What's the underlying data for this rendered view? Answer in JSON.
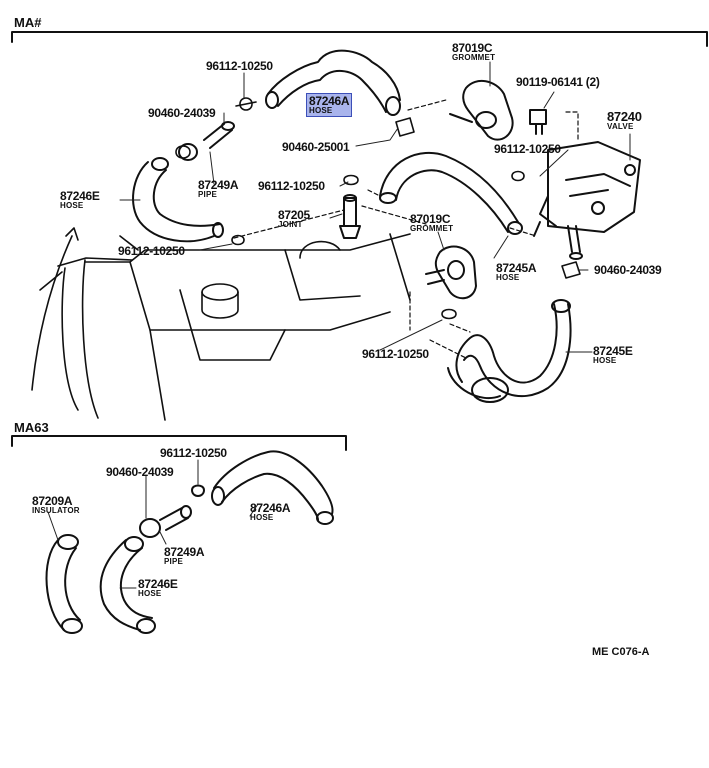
{
  "sections": {
    "main": "MA#",
    "inset": "MA63"
  },
  "parts": {
    "p96112_top": {
      "number": "96112-10250"
    },
    "p87246A_top": {
      "number": "87246A",
      "name": "HOSE"
    },
    "p87019C_top": {
      "number": "87019C",
      "name": "GROMMET"
    },
    "p90119": {
      "number": "90119-06141 (2)"
    },
    "p87240": {
      "number": "87240",
      "name": "VALVE"
    },
    "p90460_top": {
      "number": "90460-24039"
    },
    "p90460_25001": {
      "number": "90460-25001"
    },
    "p96112_right": {
      "number": "96112-10250"
    },
    "p87246E_top": {
      "number": "87246E",
      "name": "HOSE"
    },
    "p87249A_top": {
      "number": "87249A",
      "name": "PIPE"
    },
    "p96112_mid": {
      "number": "96112-10250"
    },
    "p87205": {
      "number": "87205",
      "name": "JOINT"
    },
    "p87019C_mid": {
      "number": "87019C",
      "name": "GROMMET"
    },
    "p96112_left": {
      "number": "96112-10250"
    },
    "p87245A": {
      "number": "87245A",
      "name": "HOSE"
    },
    "p90460_right": {
      "number": "90460-24039"
    },
    "p96112_low": {
      "number": "96112-10250"
    },
    "p87245E": {
      "number": "87245E",
      "name": "HOSE"
    },
    "p96112_inset": {
      "number": "96112-10250"
    },
    "p90460_inset": {
      "number": "90460-24039"
    },
    "p87209A": {
      "number": "87209A",
      "name": "INSULATOR"
    },
    "p87246A_inset": {
      "number": "87246A",
      "name": "HOSE"
    },
    "p87249A_inset": {
      "number": "87249A",
      "name": "PIPE"
    },
    "p87246E_inset": {
      "number": "87246E",
      "name": "HOSE"
    }
  },
  "highlighted_part": "87246A",
  "colors": {
    "highlight": "#a9b4ec",
    "highlight_border": "#3c4fb8",
    "line": "#111111"
  },
  "diagram_code": "ME  C076-A"
}
